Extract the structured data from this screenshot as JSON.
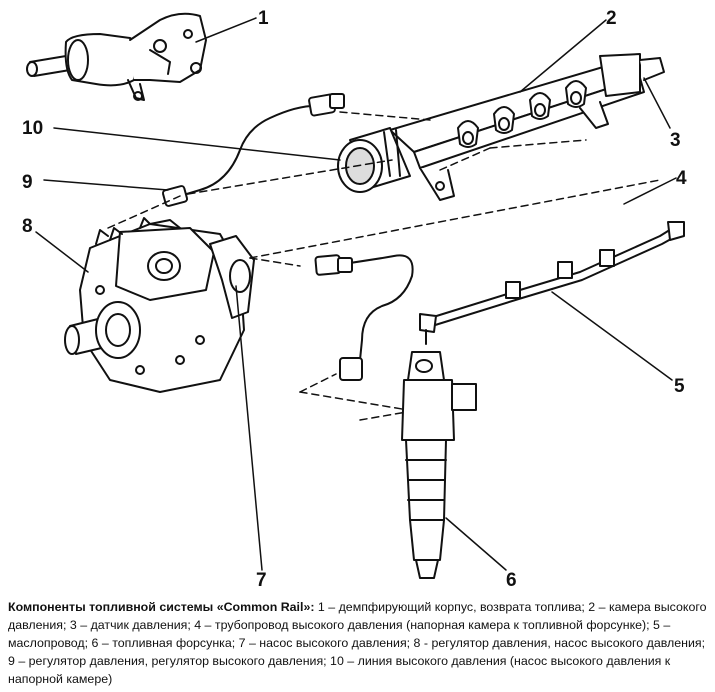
{
  "figure": {
    "callouts": [
      "1",
      "2",
      "3",
      "4",
      "5",
      "6",
      "7",
      "8",
      "9",
      "10"
    ]
  },
  "caption": {
    "title": "Компоненты топливной системы «Common Rail»:",
    "text": " 1 – демпфирующий корпус, возврата топлива; 2 – камера высокого давления; 3 – датчик давления; 4 – трубопровод высокого давления (напорная камера к топливной форсунке); 5 – маслопровод; 6 – топливная форсунка; 7 – насос высокого давления; 8 - регулятор давления, насос высокого давления; 9 – регулятор давления, регулятор высокого давления; 10 – линия высокого давления (насос высокого давления к напорной камере)"
  }
}
